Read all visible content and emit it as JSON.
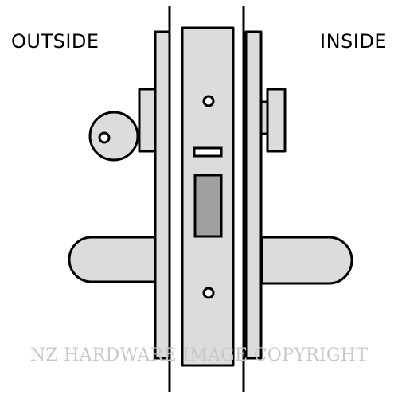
{
  "labels": {
    "outside": "OUTSIDE",
    "inside": "INSIDE"
  },
  "watermark": "NZ HARDWARE IMAGE COPYRIGHT",
  "colors": {
    "part_fill": "#dcdcdc",
    "outline": "#000000",
    "slot_fill": "#a0a0a0",
    "background": "#ffffff",
    "watermark": "#c8c8c8"
  }
}
